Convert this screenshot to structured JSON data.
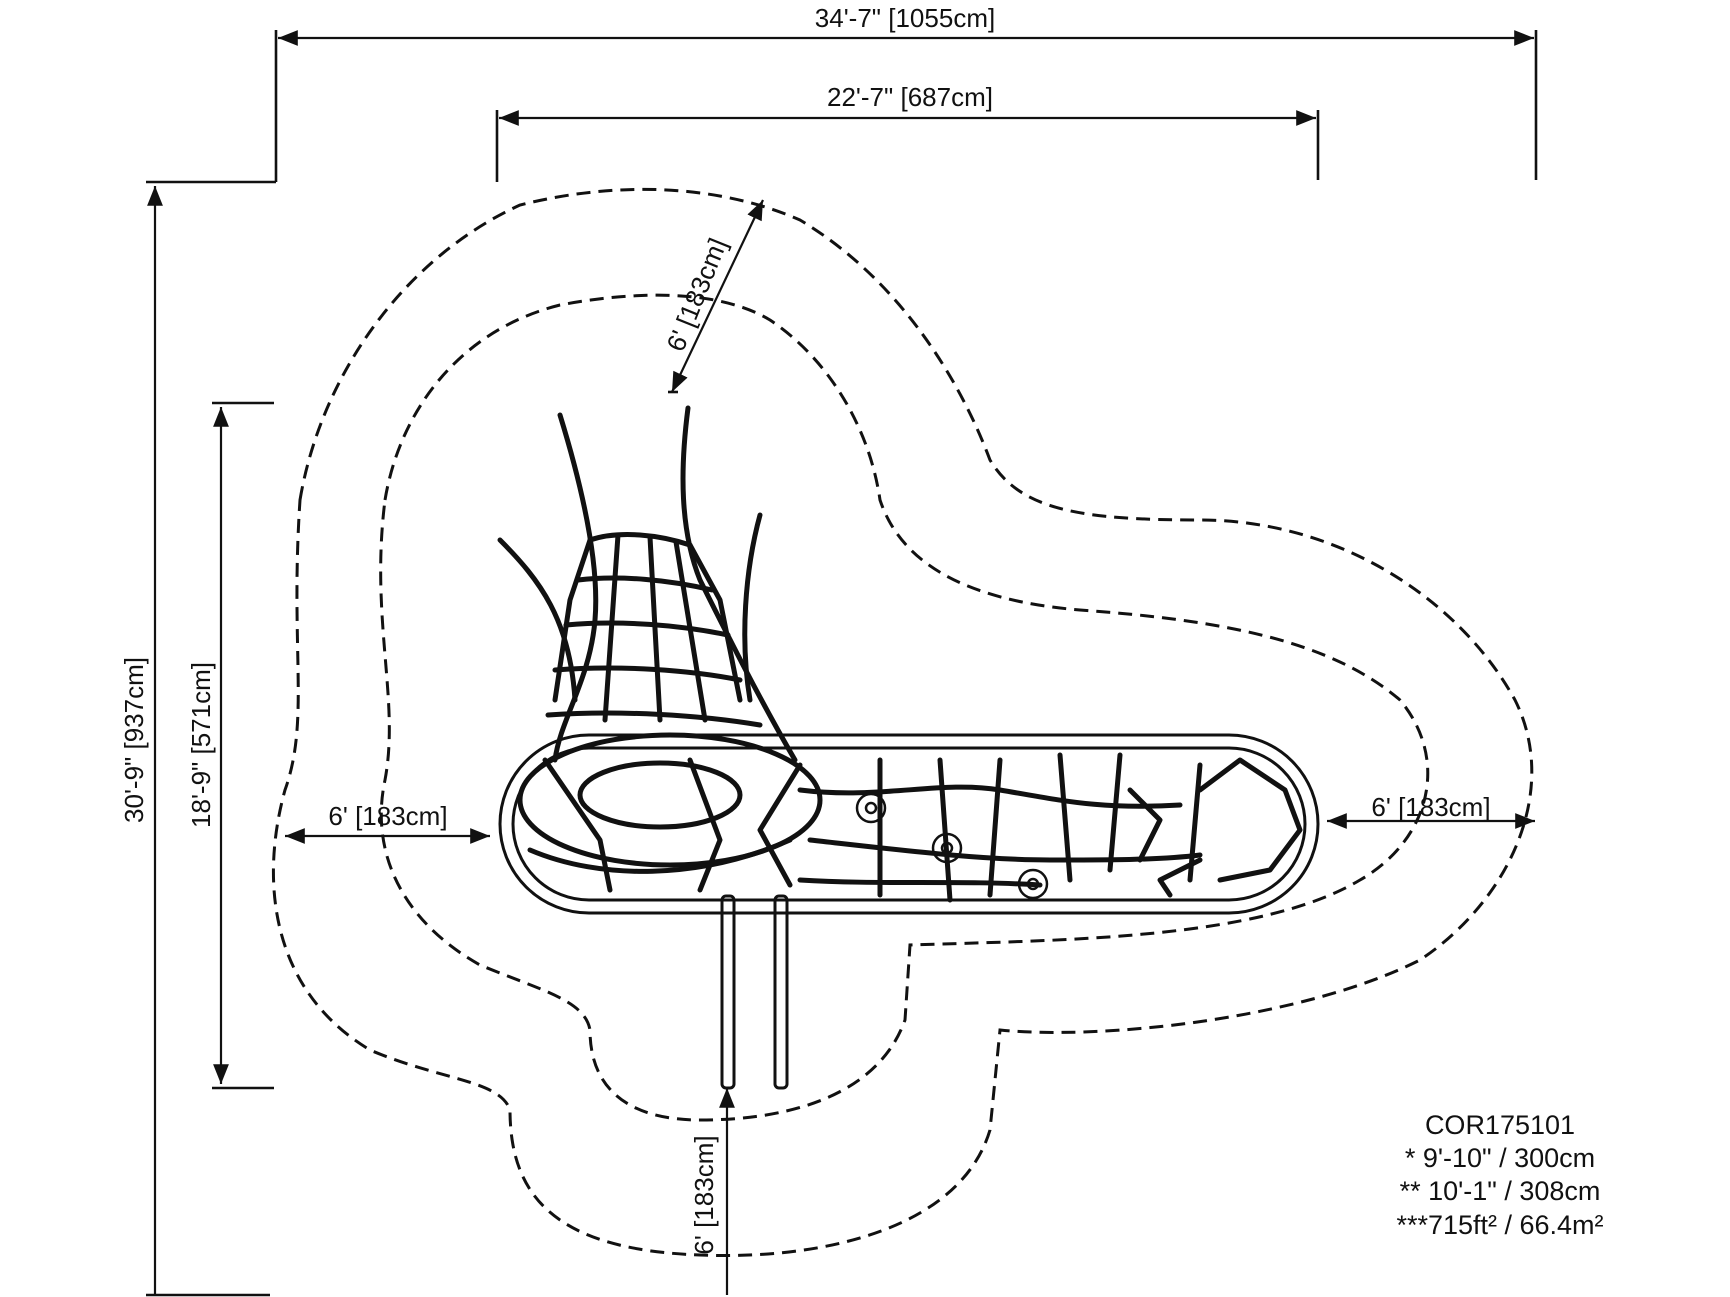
{
  "dimensions": {
    "overall_width": "34'-7\" [1055cm]",
    "inner_width": "22'-7\" [687cm]",
    "overall_height": "30'-9\" [937cm]",
    "inner_height": "18'-9\" [571cm]",
    "zone_top": "6' [183cm]",
    "zone_left": "6' [183cm]",
    "zone_right": "6' [183cm]",
    "zone_bottom": "6' [183cm]"
  },
  "info": {
    "model": "COR175101",
    "height_1": "* 9'-10\" / 300cm",
    "height_2": "** 10'-1\" / 308cm",
    "area": "***715ft² / 66.4m²"
  }
}
